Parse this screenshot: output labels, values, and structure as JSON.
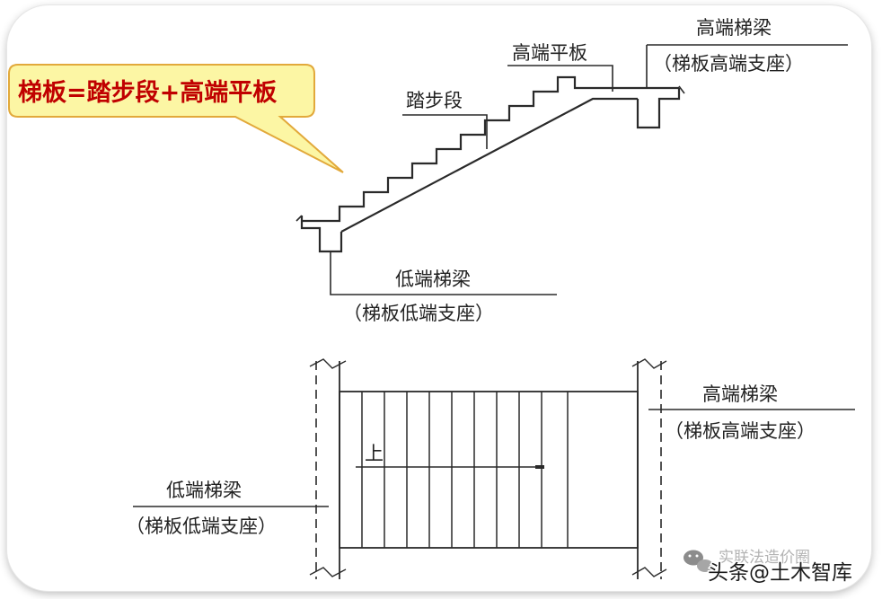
{
  "callout": {
    "text": "梯板=踏步段+高端平板"
  },
  "section": {
    "high_beam": "高端梯梁",
    "high_beam_note": "（梯板高端支座）",
    "high_slab": "高端平板",
    "tread_segment": "踏步段",
    "low_beam": "低端梯梁",
    "low_beam_note": "（梯板低端支座）"
  },
  "plan": {
    "high_beam": "高端梯梁",
    "high_beam_note": "（梯板高端支座）",
    "low_beam": "低端梯梁",
    "low_beam_note": "（梯板低端支座）",
    "up_mark": "上"
  },
  "watermark": {
    "behind": "实联法造价圈",
    "front": "头条@土木智库"
  },
  "colors": {
    "callout_fill": "#fcf6a4",
    "callout_border": "#e2a93b",
    "callout_text": "#c00000",
    "line": "#2a2a2a"
  }
}
